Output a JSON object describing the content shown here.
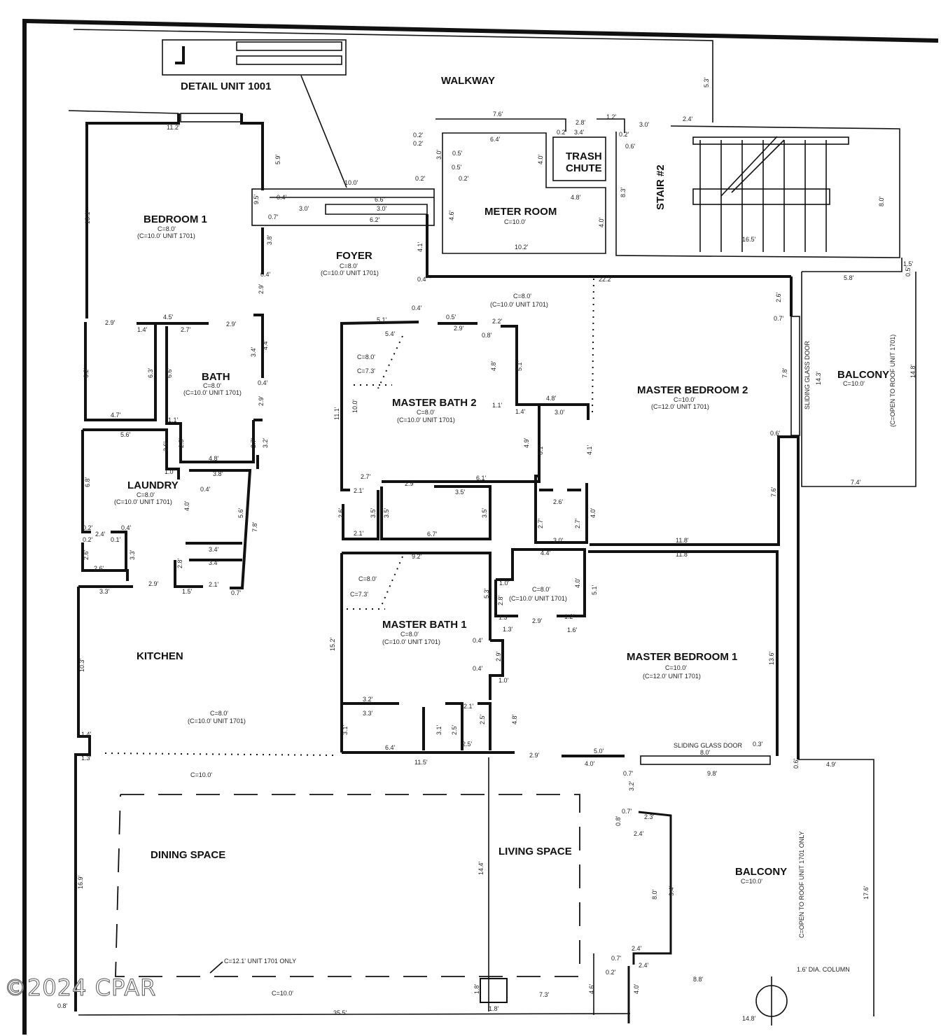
{
  "plan": {
    "walkway": "WALKWAY",
    "detail_unit": "DETAIL UNIT 1001",
    "trash_chute_line1": "TRASH",
    "trash_chute_line2": "CHUTE",
    "stair": "STAIR #2",
    "meter_room": "METER ROOM",
    "meter_room_ceiling": "C=10.0'",
    "foyer": "FOYER",
    "foyer_ceiling": "C=8.0'",
    "foyer_ceiling_1701": "(C=10.0' UNIT 1701)",
    "bedroom1": "BEDROOM 1",
    "bedroom1_ceiling": "C=8.0'",
    "bedroom1_ceiling_1701": "(C=10.0' UNIT 1701)",
    "bath": "BATH",
    "bath_ceiling": "C=8.0'",
    "bath_ceiling_1701": "(C=10.0' UNIT 1701)",
    "laundry": "LAUNDRY",
    "laundry_ceiling": "C=8.0'",
    "laundry_ceiling_1701": "(C=10.0' UNIT 1701)",
    "kitchen": "KITCHEN",
    "kitchen_ceiling": "C=8.0'",
    "kitchen_ceiling_1701": "(C=10.0' UNIT 1701)",
    "hall_ceiling": "C=8.0'",
    "hall_ceiling_1701": "(C=10.0' UNIT 1701)",
    "master_bath2": "MASTER BATH 2",
    "master_bath2_ceiling": "C=8.0'",
    "master_bath2_ceiling_1701": "(C=10.0' UNIT 1701)",
    "master_bedroom2": "MASTER BEDROOM 2",
    "master_bedroom2_ceiling": "C=10.0'",
    "master_bedroom2_ceiling_1701": "(C=12.0' UNIT 1701)",
    "balcony_upper": "BALCONY",
    "balcony_upper_ceiling": "C=10.0'",
    "balcony_upper_note": "(C=OPEN TO ROOF UNIT 1701)",
    "sliding_door_upper": "SLIDING GLASS DOOR",
    "master_bath1": "MASTER BATH 1",
    "master_bath1_ceiling": "C=8.0'",
    "master_bath1_ceiling_1701": "(C=10.0' UNIT 1701)",
    "closet_ceiling": "C=8.0'",
    "closet_ceiling_1701": "(C=10.0' UNIT 1701)",
    "master_bedroom1": "MASTER BEDROOM 1",
    "master_bedroom1_ceiling": "C=10.0'",
    "master_bedroom1_ceiling_1701": "(C=12.0' UNIT 1701)",
    "sliding_door_lower": "SLIDING GLASS DOOR",
    "dining_space": "DINING SPACE",
    "living_space": "LIVING SPACE",
    "main_ceiling": "C=10.0'",
    "dining_note": "C=12.1' UNIT 1701 ONLY",
    "lower_ceiling": "C=10.0'",
    "balcony_lower": "BALCONY",
    "balcony_lower_ceiling": "C=10.0'",
    "balcony_lower_note": "C=OPEN TO ROOF UNIT 1701 ONLY",
    "column_note": "1.6' DIA. COLUMN",
    "soffit_ceiling_a": "C=8.0'",
    "soffit_ceiling_b": "C=7.3'"
  },
  "dims": {
    "d_11_2": "11.2'",
    "d_13_1": "13.1'",
    "d_5_9": "5.9'",
    "d_10_0": "10.0'",
    "d_6_6": "6.6'",
    "d_3_0": "3.0'",
    "d_6_2": "6.2'",
    "d_9_5": "9.5'",
    "d_0_4": "0.4'",
    "d_0_7": "0.7'",
    "d_3_8": "3.8'",
    "d_2_9": "2.9'",
    "d_4_5": "4.5'",
    "d_2_7": "2.7'",
    "d_1_4": "1.4'",
    "d_6_3": "6.3'",
    "d_4_7": "4.7'",
    "d_6_6b": "6.6'",
    "d_3_4": "3.4'",
    "d_4_4": "4.4'",
    "d_1_1": "1.1'",
    "d_3_2": "3.2'",
    "d_4_8": "4.8'",
    "d_5_6": "5.6'",
    "d_2_6": "2.6'",
    "d_2_5": "2.5'",
    "d_1_0": "1.0'",
    "d_3_8b": "3.8'",
    "d_6_8": "6.8'",
    "d_4_0": "4.0'",
    "d_5_6b": "5.6'",
    "d_7_8": "7.8'",
    "d_2_4": "2.4'",
    "d_0_2": "0.2'",
    "d_0_1": "0.1'",
    "d_2_6b": "2.6'",
    "d_3_3": "3.3'",
    "d_2_8": "2.8'",
    "d_1_5": "1.5'",
    "d_2_1": "2.1'",
    "d_10_3": "10.3'",
    "d_1_3": "1.3'",
    "d_16_9": "16.9'",
    "d_35_5": "35.5'",
    "d_0_8": "0.8'",
    "d_7_6": "7.6'",
    "d_6_4": "6.4'",
    "d_0_5": "0.5'",
    "d_2_8b": "2.8'",
    "d_3_4b": "3.4'",
    "d_1_2": "1.2'",
    "d_0_6": "0.6'",
    "d_4_8b": "4.8'",
    "d_10_2": "10.2'",
    "d_4_1": "4.1'",
    "d_8_3": "8.3'",
    "d_2_4b": "2.4'",
    "d_5_3": "5.3'",
    "d_8_0": "8.0'",
    "d_16_5": "16.5'",
    "d_1_5b": "1.5'",
    "d_5_8": "5.8'",
    "d_22_2": "22.2'",
    "d_2_6c": "2.6'",
    "d_14_3": "14.3'",
    "d_14_8": "14.8'",
    "d_7_4": "7.4'",
    "d_0_6b": "0.6'",
    "d_7_6b": "7.6'",
    "d_11_8": "11.8'",
    "d_5_1": "5.1'",
    "d_5_4": "5.4'",
    "d_11_1": "11.1'",
    "d_2_2": "2.2'",
    "d_4_8c": "4.8'",
    "d_3_0b": "3.0'",
    "d_6_1": "6.1'",
    "d_4_9": "4.9'",
    "d_4_1b": "4.1'",
    "d_2_9b": "2.9'",
    "d_3_5": "3.5'",
    "d_6_7": "6.7'",
    "d_2_1b": "2.1'",
    "d_2_7b": "2.7'",
    "d_9_2": "9.2'",
    "d_15_2": "15.2'",
    "d_11_8b": "11.8'",
    "d_13_6": "13.6'",
    "d_4_4b": "4.4'",
    "d_1_6": "1.6'",
    "d_3_2b": "3.2'",
    "d_3_3b": "3.3'",
    "d_6_4b": "6.4'",
    "d_3_1": "3.1'",
    "d_2_5b": "2.5'",
    "d_11_5": "11.5'",
    "d_5_0": "5.0'",
    "d_4_0b": "4.0'",
    "d_8_0b": "8.0'",
    "d_9_8": "9.8'",
    "d_4_9b": "4.9'",
    "d_14_4": "14.4'",
    "d_2_3": "2.3'",
    "d_9_4": "9.4'",
    "d_8_0c": "8.0'",
    "d_17_6": "17.6'",
    "d_8_8": "8.8'",
    "d_7_3": "7.3'",
    "d_1_8": "1.8'",
    "d_4_6": "4.6'",
    "d_14_8b": "14.8'",
    "d_0_3": "0.3'"
  },
  "watermark": "©2024 CPAR"
}
